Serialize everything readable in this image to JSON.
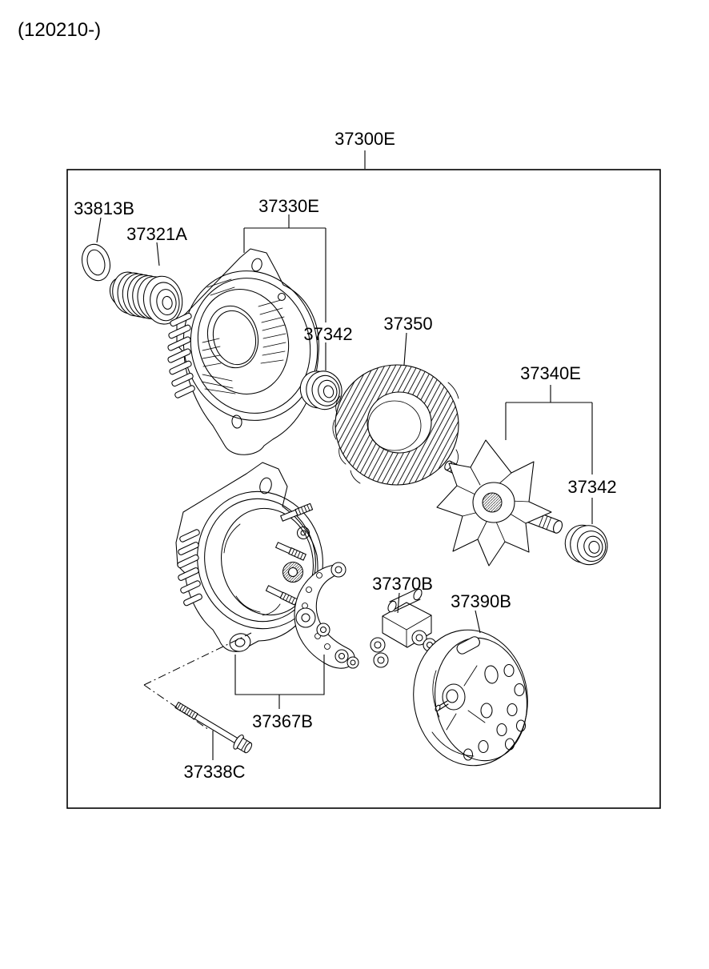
{
  "page": {
    "revision_label": "(120210-)",
    "background_color": "#ffffff",
    "line_color": "#000000"
  },
  "diagram": {
    "assembly_label": "37300E",
    "parts": [
      {
        "name": "snap-ring",
        "label": "33813B"
      },
      {
        "name": "pulley",
        "label": "37321A"
      },
      {
        "name": "front-bracket",
        "label": "37330E"
      },
      {
        "name": "front-bearing",
        "label": "37342"
      },
      {
        "name": "stator",
        "label": "37350"
      },
      {
        "name": "rotor",
        "label": "37340E"
      },
      {
        "name": "rear-bearing",
        "label": "37342"
      },
      {
        "name": "regulator-brush-holder",
        "label": "37370B"
      },
      {
        "name": "rear-cover",
        "label": "37390B"
      },
      {
        "name": "rear-bracket-assembly",
        "label": "37367B"
      },
      {
        "name": "through-bolt",
        "label": "37338C"
      }
    ]
  }
}
